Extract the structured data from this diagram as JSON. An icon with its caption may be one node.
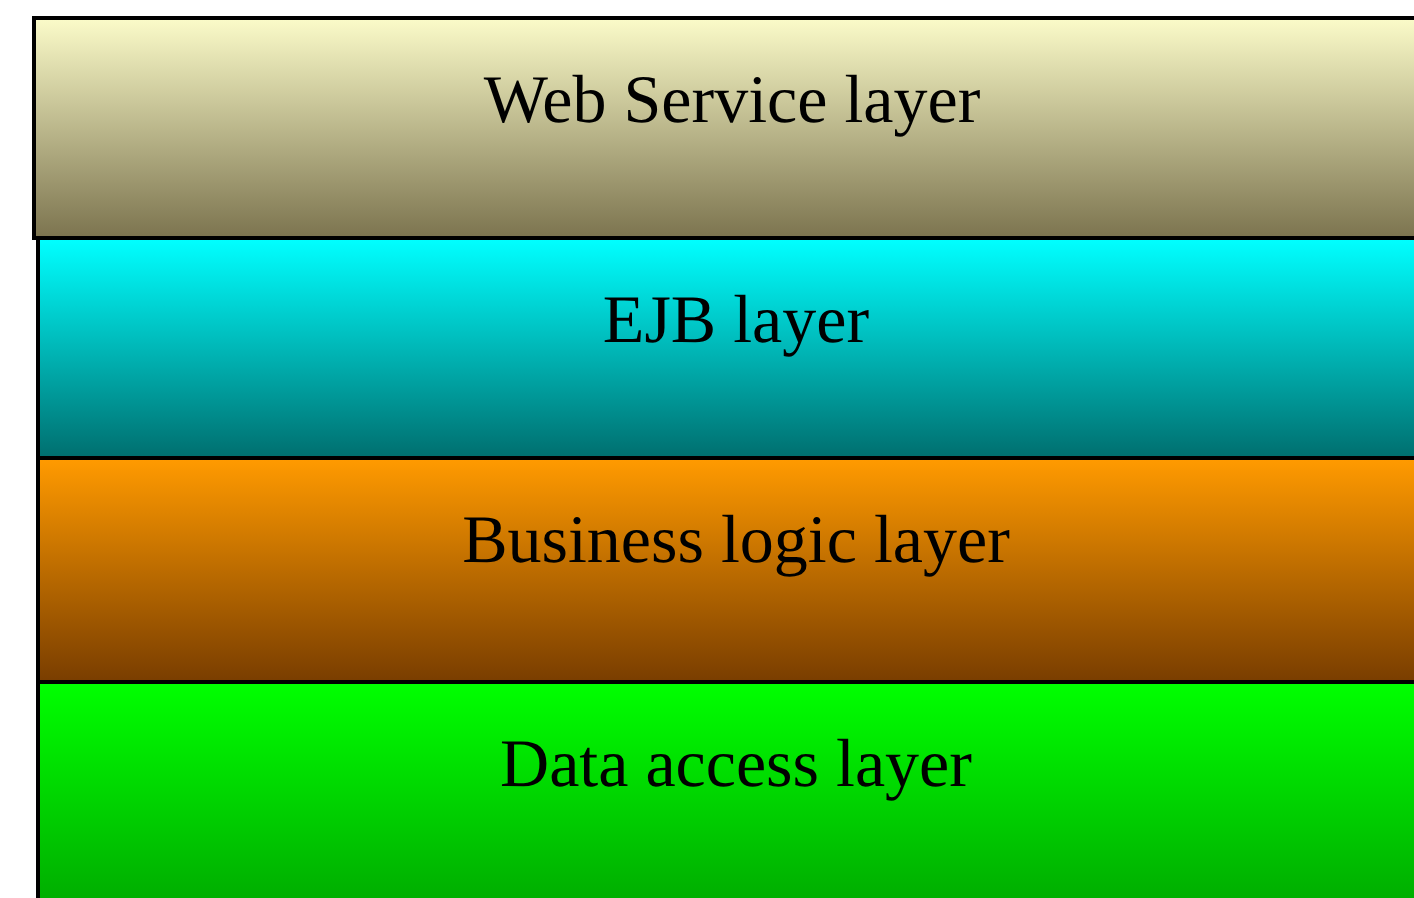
{
  "diagram": {
    "nodes": [
      {
        "text": [
          "Web Service layer"
        ]
      },
      {
        "text": [
          "EJB layer"
        ]
      },
      {
        "text": [
          "Business logic layer"
        ]
      },
      {
        "text": [
          "Data access layer"
        ]
      }
    ]
  }
}
